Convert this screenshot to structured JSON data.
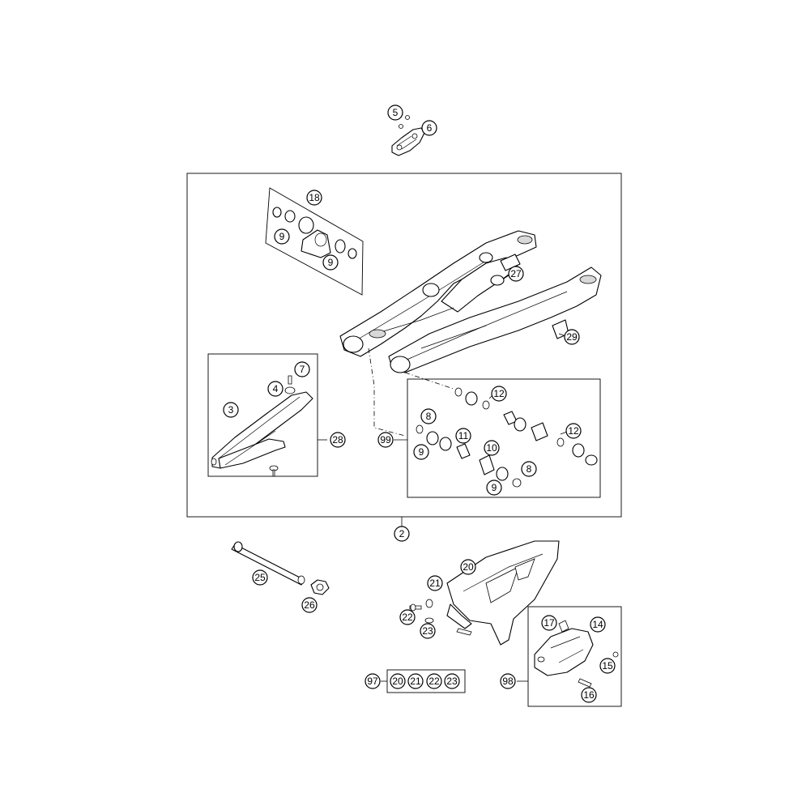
{
  "callouts": {
    "c2": "2",
    "c3": "3",
    "c4": "4",
    "c5": "5",
    "c6": "6",
    "c7": "7",
    "c8a": "8",
    "c8b": "8",
    "c9a": "9",
    "c9b": "9",
    "c9c": "9",
    "c9d": "9",
    "c10": "10",
    "c11": "11",
    "c12a": "12",
    "c12b": "12",
    "c14": "14",
    "c15": "15",
    "c16": "16",
    "c17": "17",
    "c18": "18",
    "c20": "20",
    "c21": "21",
    "c22": "22",
    "c23": "23",
    "c25": "25",
    "c26": "26",
    "c27": "27",
    "c28": "28",
    "c29": "29",
    "c97": "97",
    "c98": "98",
    "c99": "99"
  },
  "kit97": [
    "20",
    "21",
    "22",
    "23"
  ]
}
